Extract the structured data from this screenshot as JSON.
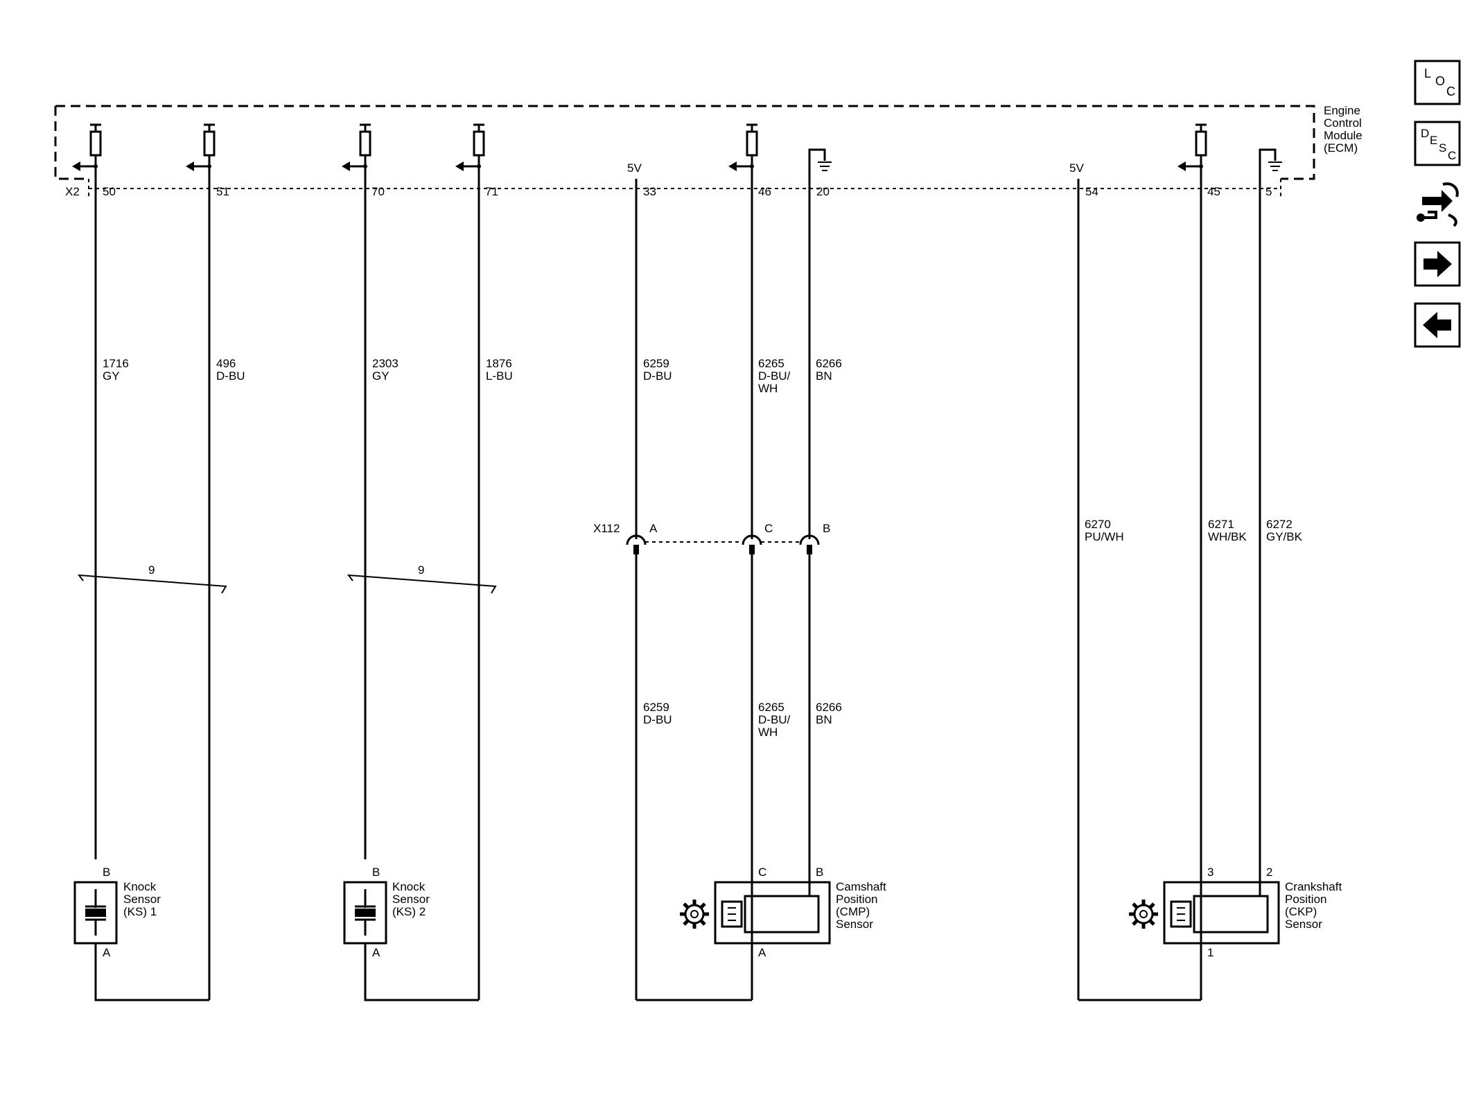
{
  "ecm": {
    "label_lines": [
      "Engine",
      "Control",
      "Module",
      "(ECM)"
    ],
    "connector": "X2",
    "volt_labels": [
      "5V",
      "5V"
    ]
  },
  "pins": [
    "50",
    "51",
    "70",
    "71",
    "33",
    "46",
    "20",
    "54",
    "45",
    "5"
  ],
  "wires_upper": [
    {
      "circuit": "1716",
      "color": [
        "GY"
      ]
    },
    {
      "circuit": "496",
      "color": [
        "D-BU"
      ]
    },
    {
      "circuit": "2303",
      "color": [
        "GY"
      ]
    },
    {
      "circuit": "1876",
      "color": [
        "L-BU"
      ]
    },
    {
      "circuit": "6259",
      "color": [
        "D-BU"
      ]
    },
    {
      "circuit": "6265",
      "color": [
        "D-BU/",
        "WH"
      ]
    },
    {
      "circuit": "6266",
      "color": [
        "BN"
      ]
    }
  ],
  "wires_lower": [
    {
      "circuit": "6259",
      "color": [
        "D-BU"
      ]
    },
    {
      "circuit": "6265",
      "color": [
        "D-BU/",
        "WH"
      ]
    },
    {
      "circuit": "6266",
      "color": [
        "BN"
      ]
    },
    {
      "circuit": "6270",
      "color": [
        "PU/WH"
      ]
    },
    {
      "circuit": "6271",
      "color": [
        "WH/BK"
      ]
    },
    {
      "circuit": "6272",
      "color": [
        "GY/BK"
      ]
    }
  ],
  "twist_labels": [
    "9",
    "9"
  ],
  "x112": {
    "name": "X112",
    "pins": [
      "A",
      "C",
      "B"
    ]
  },
  "components": [
    {
      "lines": [
        "Knock",
        "Sensor",
        "(KS) 1"
      ],
      "pin_top": "B",
      "pin_bottom": "A"
    },
    {
      "lines": [
        "Knock",
        "Sensor",
        "(KS) 2"
      ],
      "pin_top": "B",
      "pin_bottom": "A"
    },
    {
      "lines": [
        "Camshaft",
        "Position",
        "(CMP)",
        "Sensor"
      ],
      "pin_top_left": "C",
      "pin_top_right": "B",
      "pin_bottom": "A"
    },
    {
      "lines": [
        "Crankshaft",
        "Position",
        "(CKP)",
        "Sensor"
      ],
      "pin_top_left": "3",
      "pin_top_right": "2",
      "pin_bottom": "1"
    }
  ],
  "nav": {
    "loc": {
      "main": "L",
      "sub1": "O",
      "sub2": "C"
    },
    "desc": {
      "main": "D",
      "sub1": "E",
      "sub2": "S",
      "sub3": "C"
    }
  },
  "icons": [
    "loc-icon",
    "desc-icon",
    "connector-end-view-icon",
    "next-arrow-icon",
    "previous-arrow-icon",
    "gear-icon"
  ]
}
